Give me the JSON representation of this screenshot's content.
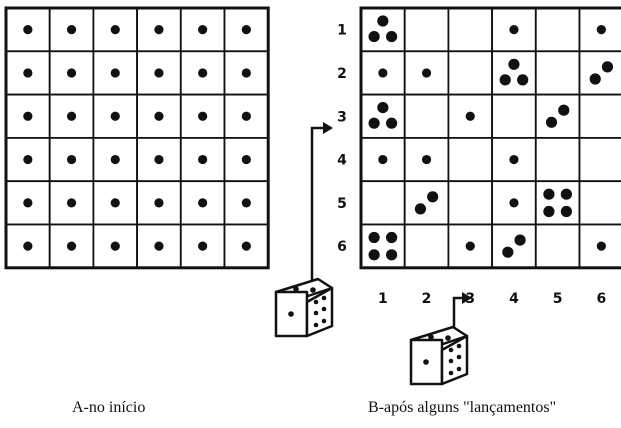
{
  "panel_a": {
    "caption": "A-no início",
    "grid": [
      [
        1,
        1,
        1,
        1,
        1,
        1
      ],
      [
        1,
        1,
        1,
        1,
        1,
        1
      ],
      [
        1,
        1,
        1,
        1,
        1,
        1
      ],
      [
        1,
        1,
        1,
        1,
        1,
        1
      ],
      [
        1,
        1,
        1,
        1,
        1,
        1
      ],
      [
        1,
        1,
        1,
        1,
        1,
        1
      ]
    ]
  },
  "panel_b": {
    "caption": "B-após alguns \"lançamentos\"",
    "row_labels": [
      "1",
      "2",
      "3",
      "4",
      "5",
      "6"
    ],
    "col_labels": [
      "1",
      "2",
      "3",
      "4",
      "5",
      "6"
    ],
    "grid": [
      [
        3,
        0,
        0,
        1,
        0,
        1
      ],
      [
        1,
        1,
        0,
        3,
        0,
        2
      ],
      [
        3,
        0,
        1,
        0,
        2,
        0
      ],
      [
        1,
        1,
        0,
        1,
        0,
        0
      ],
      [
        0,
        2,
        0,
        1,
        4,
        0
      ],
      [
        4,
        0,
        1,
        2,
        0,
        1
      ]
    ]
  }
}
